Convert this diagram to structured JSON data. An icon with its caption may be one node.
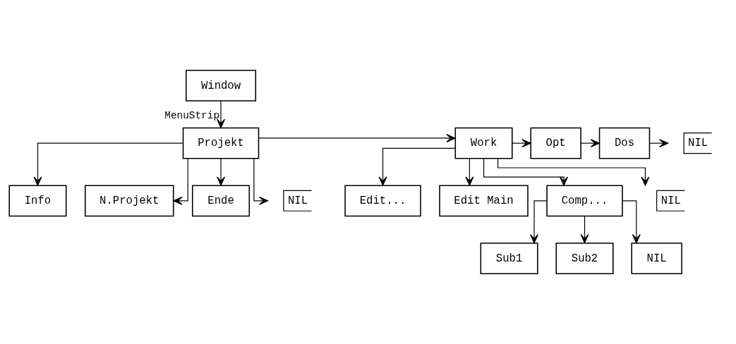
{
  "diagram": {
    "nodes": [
      {
        "text": [
          "Window"
        ]
      },
      {
        "text": [
          "Projekt"
        ]
      },
      {
        "text": [
          "Work"
        ]
      },
      {
        "text": [
          "Opt"
        ]
      },
      {
        "text": [
          "Dos"
        ]
      },
      {
        "text": [
          "NIL"
        ]
      },
      {
        "text": [
          "Info"
        ]
      },
      {
        "text": [
          "N.Projekt"
        ]
      },
      {
        "text": [
          "Ende"
        ]
      },
      {
        "text": [
          "NIL"
        ]
      },
      {
        "text": [
          "Edit..."
        ]
      },
      {
        "text": [
          "Edit Main"
        ]
      },
      {
        "text": [
          "Comp..."
        ]
      },
      {
        "text": [
          "NIL"
        ]
      },
      {
        "text": [
          "Sub1"
        ]
      },
      {
        "text": [
          "Sub2"
        ]
      },
      {
        "text": [
          "NIL"
        ]
      }
    ],
    "edges": [
      {
        "from": 0,
        "to": 1,
        "arrow": "to",
        "label": "MenuStrip"
      },
      {
        "from": 1,
        "to": 2,
        "arrow": "to"
      },
      {
        "from": 2,
        "to": 3,
        "arrow": "to"
      },
      {
        "from": 3,
        "to": 4,
        "arrow": "to"
      },
      {
        "from": 4,
        "to": 5,
        "arrow": "to"
      },
      {
        "from": 1,
        "to": 6,
        "arrow": "to"
      },
      {
        "from": 1,
        "to": 7,
        "arrow": "to"
      },
      {
        "from": 1,
        "to": 8,
        "arrow": "to"
      },
      {
        "from": 1,
        "to": 9,
        "arrow": "to"
      },
      {
        "from": 2,
        "to": 10,
        "arrow": "to"
      },
      {
        "from": 2,
        "to": 11,
        "arrow": "to"
      },
      {
        "from": 2,
        "to": 12,
        "arrow": "to"
      },
      {
        "from": 2,
        "to": 13,
        "arrow": "to"
      },
      {
        "from": 12,
        "to": 14,
        "arrow": "to"
      },
      {
        "from": 12,
        "to": 15,
        "arrow": "to"
      },
      {
        "from": 12,
        "to": 16,
        "arrow": "to"
      }
    ]
  }
}
